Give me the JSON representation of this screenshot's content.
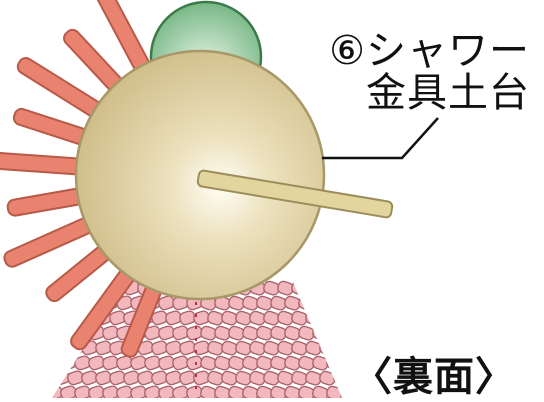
{
  "callout": {
    "number": "⑥",
    "line1_text": "シャワー",
    "line2": "金具土台"
  },
  "side_label": "〈裏面〉",
  "colors": {
    "disc_fill": "#d7c89a",
    "disc_stroke": "#a89868",
    "dome_fill": "#8fc89a",
    "dome_stroke": "#3c7a4a",
    "rod_fill": "#e2d59d",
    "rod_stroke": "#9c8e5c",
    "petal_fill": "#e9826e",
    "petal_stroke": "#b85a48",
    "sponge_fill": "#f2b8be",
    "sponge_stroke": "#a8606a"
  },
  "icons": [
    "shower-fitting-base-disc",
    "green-dome",
    "orange-petal-fringe",
    "pink-sponge-body",
    "mounting-rod"
  ]
}
